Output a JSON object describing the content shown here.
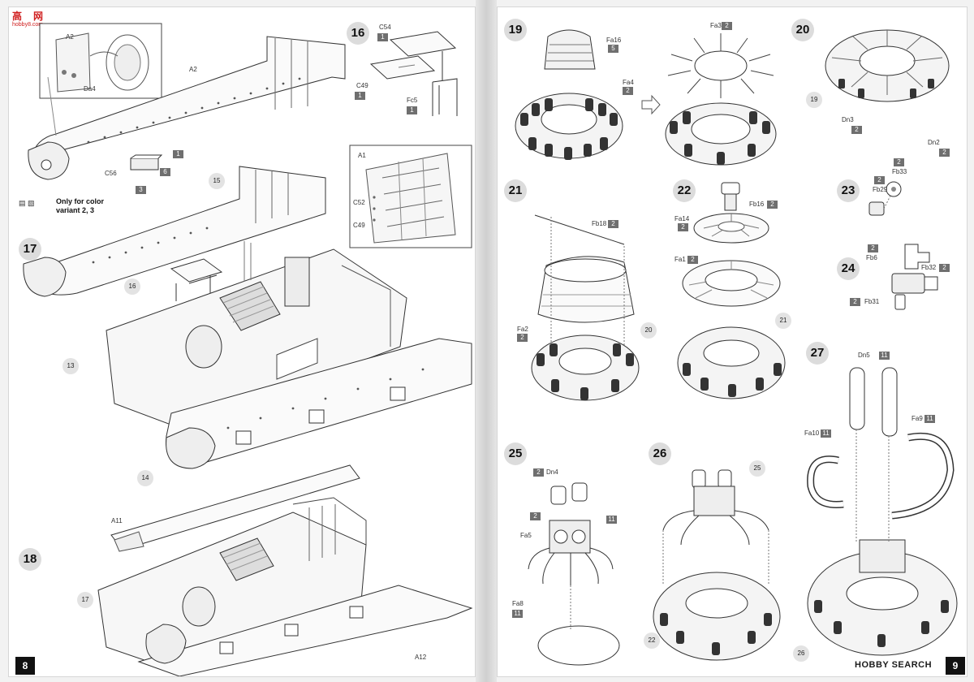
{
  "left_page": {
    "page_number": "8",
    "steps": [
      "16",
      "17",
      "18"
    ],
    "callouts": [
      "15",
      "16",
      "13",
      "14",
      "17"
    ],
    "labels": {
      "a2_top": "A2",
      "a2_mid": "A2",
      "da4": "Da4",
      "c56": "C56",
      "c54": "C54",
      "c49_step16": "C49",
      "fc5": "Fc5",
      "a1": "A1",
      "c52": "C52",
      "c49_detail": "C49",
      "a11": "A11",
      "a12": "A12"
    },
    "quantities": {
      "a2": "1",
      "c56_a": "6",
      "c56_b": "3",
      "c54": "1",
      "c49": "1",
      "fc5": "1"
    },
    "color_note": "Only for color variant 2, 3"
  },
  "right_page": {
    "page_number": "9",
    "steps": [
      "19",
      "20",
      "21",
      "22",
      "23",
      "24",
      "25",
      "26",
      "27"
    ],
    "callouts": [
      "19",
      "20",
      "21",
      "25",
      "22",
      "26"
    ],
    "labels": {
      "fa16": "Fa16",
      "fa4": "Fa4",
      "fa3": "Fa3",
      "dn3": "Dn3",
      "dn2": "Dn2",
      "fb18": "Fb18",
      "fa2": "Fa2",
      "fb16": "Fb16",
      "fa14": "Fa14",
      "fa1": "Fa1",
      "fb33": "Fb33",
      "fb29": "Fb29",
      "fb6": "Fb6",
      "fb32": "Fb32",
      "fb31": "Fb31",
      "dn4": "Dn4",
      "fa5": "Fa5",
      "fa8": "Fa8",
      "dn5": "Dn5",
      "fa10": "Fa10",
      "fa9": "Fa9"
    },
    "quantities": {
      "fa16": "5",
      "fa4": "2",
      "fa3": "2",
      "dn3": "2",
      "dn2": "2",
      "fb18": "2",
      "fa2": "2",
      "fb16": "2",
      "fa14": "2",
      "fa1": "2",
      "fb33": "2",
      "fb29": "2",
      "fb6": "2",
      "fb32": "2",
      "fb31": "2",
      "dn4": "2",
      "s25_a": "2",
      "s25_b": "11",
      "fa8": "11",
      "dn5": "11",
      "fa10": "11",
      "fa9": "11"
    }
  },
  "watermark": {
    "brand_cn": "高",
    "brand_cn2": "网",
    "brand_url": "hobby8.com",
    "search_mark": "HOBBY SEARCH"
  }
}
